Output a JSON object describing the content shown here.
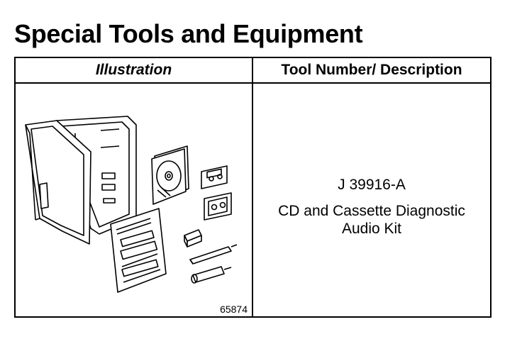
{
  "title": "Special Tools and Equipment",
  "table": {
    "headers": {
      "illustration": "Illustration",
      "description": "Tool Number/ Description"
    },
    "rows": [
      {
        "figure_number": "65874",
        "tool_number": "J 39916-A",
        "description": "CD and Cassette Diagnostic Audio Kit"
      }
    ]
  }
}
